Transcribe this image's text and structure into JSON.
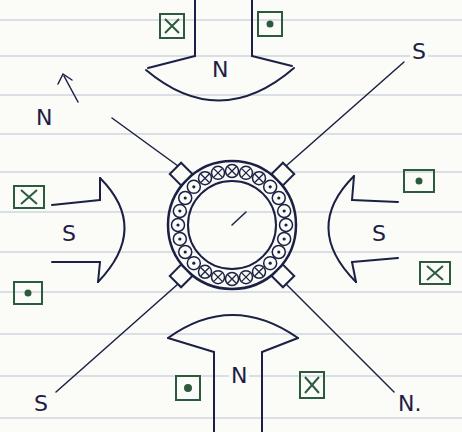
{
  "diagram": {
    "labels": [
      "S",
      "N",
      "N",
      "S",
      "S",
      "N",
      "S",
      "N."
    ]
  }
}
